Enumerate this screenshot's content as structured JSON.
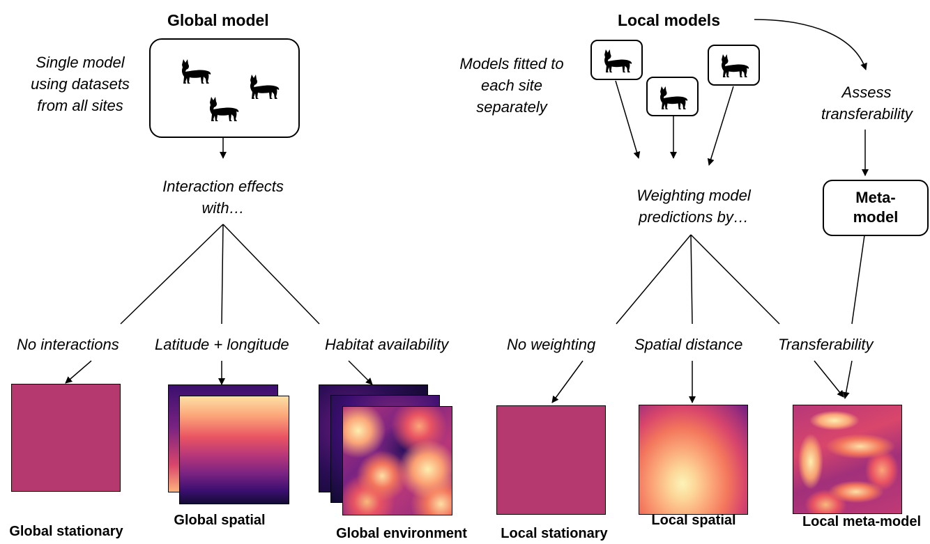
{
  "global": {
    "title": "Global model",
    "description_lines": [
      "Single model",
      "using datasets",
      "from all sites"
    ],
    "interaction_lines": [
      "Interaction effects",
      "with…"
    ],
    "branches": [
      "No interactions",
      "Latitude + longitude",
      "Habitat availability"
    ],
    "outputs": [
      "Global stationary",
      "Global spatial",
      "Global environment"
    ]
  },
  "local": {
    "title": "Local models",
    "description_lines": [
      "Models fitted to",
      "each site",
      "separately"
    ],
    "weighting_lines": [
      "Weighting model",
      "predictions by…"
    ],
    "assess_lines": [
      "Assess",
      "transferability"
    ],
    "meta_lines": [
      "Meta-",
      "model"
    ],
    "branches": [
      "No weighting",
      "Spatial distance",
      "Transferability"
    ],
    "outputs": [
      "Local stationary",
      "Local spatial",
      "Local meta-model"
    ]
  },
  "icons": [
    "lynx-silhouette-icon"
  ],
  "colors": {
    "stationary": "#b5396f",
    "magma_dark": "#1a0a3a",
    "magma_mid": "#b73779",
    "magma_light": "#fcefb0"
  }
}
